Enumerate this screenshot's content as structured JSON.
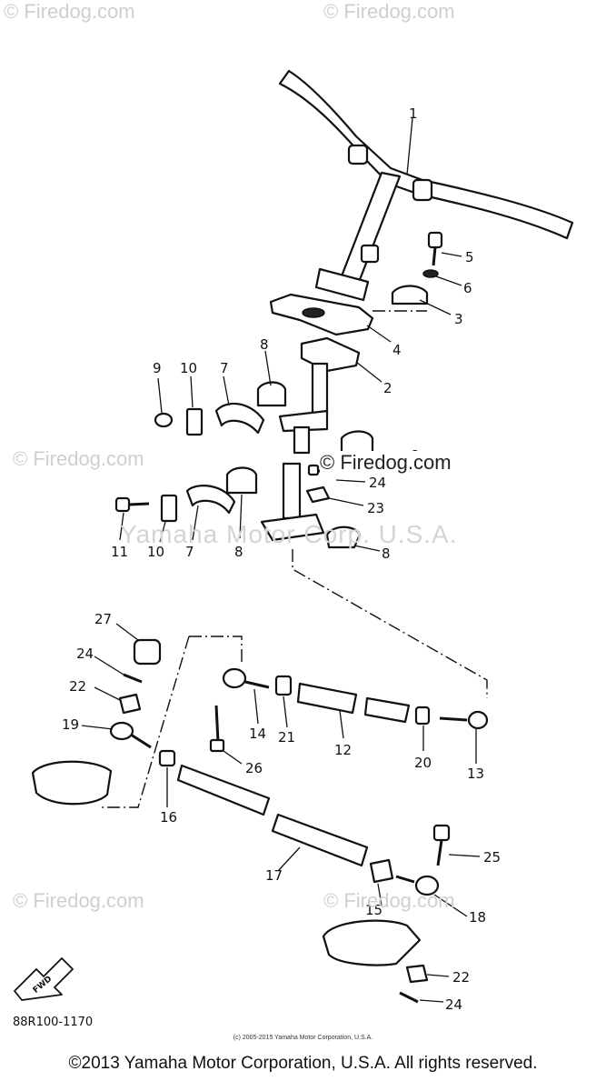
{
  "watermarks": {
    "top_left": "© Firedog.com",
    "top_right": "© Firedog.com",
    "mid_left": "© Firedog.com",
    "mid_right": "© Firedog.com",
    "low_left": "© Firedog.com",
    "low_right": "© Firedog.com",
    "center": "Yamaha Motor Corp. U.S.A."
  },
  "callouts": [
    "1",
    "2",
    "3",
    "4",
    "5",
    "6",
    "7",
    "7",
    "8",
    "8",
    "8",
    "8",
    "9",
    "10",
    "10",
    "11",
    "12",
    "13",
    "14",
    "15",
    "16",
    "17",
    "18",
    "19",
    "20",
    "21",
    "22",
    "22",
    "23",
    "24",
    "24",
    "24",
    "25",
    "26",
    "27"
  ],
  "fwd_label": "FWD",
  "diagram_code": "88R100-1170",
  "small_copyright": "(c) 2005-2015 Yamaha Motor Corporation, U.S.A.",
  "footer": "©2013 Yamaha Motor Corporation, U.S.A. All rights reserved."
}
